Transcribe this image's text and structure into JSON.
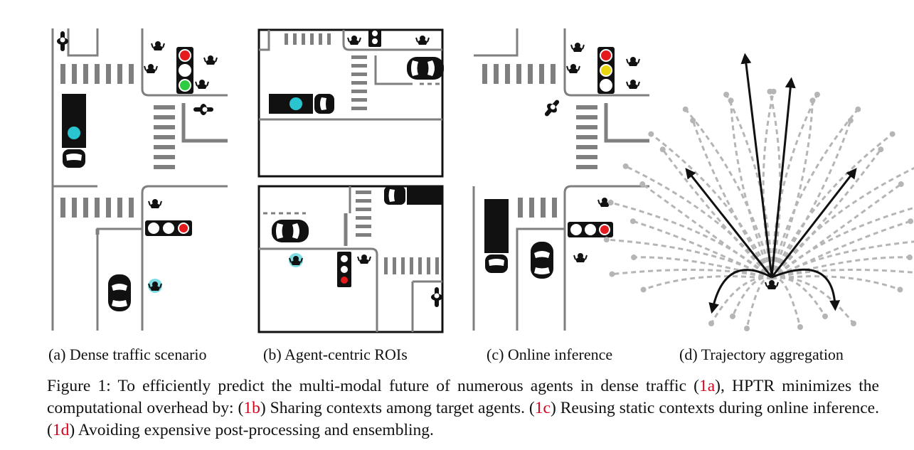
{
  "subfigures": [
    {
      "label": "(a) Dense traffic scenario"
    },
    {
      "label": "(b) Agent-centric ROIs"
    },
    {
      "label": "(c) Online inference"
    },
    {
      "label": "(d) Trajectory aggregation"
    }
  ],
  "caption": {
    "prefix": "Figure 1: To efficiently predict the multi-modal future of numerous agents in dense traffic (",
    "ref1": "1a",
    "text1": "), HPTR minimizes the computational overhead by: (",
    "ref2": "1b",
    "text2": ") Sharing contexts among target agents. (",
    "ref3": "1c",
    "text3": ") Reusing static contexts during online inference. (",
    "ref4": "1d",
    "text4": ") Avoiding expensive post-processing and ensembling."
  },
  "colors": {
    "road_line": "#7f7f7f",
    "agent": "#111111",
    "target_highlight": "#29c4cf",
    "light_red": "#e41a1c",
    "light_yellow": "#e8d60e",
    "light_green": "#2ecc40",
    "trajectory_gray": "#b5b5b5",
    "reference_red": "#d0021b"
  },
  "icons": [
    "car-icon",
    "truck-icon",
    "pedestrian-icon",
    "cyclist-icon",
    "traffic-light-icon",
    "trajectory-arrow-icon"
  ]
}
